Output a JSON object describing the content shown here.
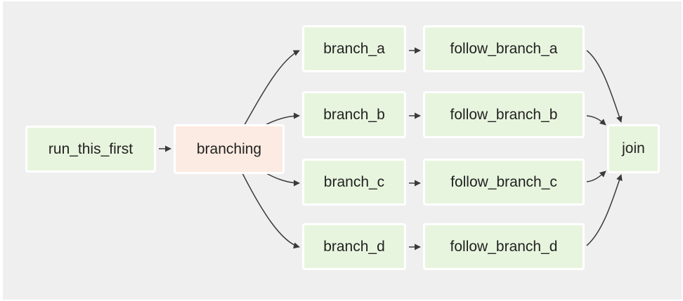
{
  "dag": {
    "nodes": {
      "run_this_first": "run_this_first",
      "branching": "branching",
      "branch_a": "branch_a",
      "branch_b": "branch_b",
      "branch_c": "branch_c",
      "branch_d": "branch_d",
      "follow_branch_a": "follow_branch_a",
      "follow_branch_b": "follow_branch_b",
      "follow_branch_c": "follow_branch_c",
      "follow_branch_d": "follow_branch_d",
      "join": "join"
    },
    "edges": [
      [
        "run_this_first",
        "branching"
      ],
      [
        "branching",
        "branch_a"
      ],
      [
        "branching",
        "branch_b"
      ],
      [
        "branching",
        "branch_c"
      ],
      [
        "branching",
        "branch_d"
      ],
      [
        "branch_a",
        "follow_branch_a"
      ],
      [
        "branch_b",
        "follow_branch_b"
      ],
      [
        "branch_c",
        "follow_branch_c"
      ],
      [
        "branch_d",
        "follow_branch_d"
      ],
      [
        "follow_branch_a",
        "join"
      ],
      [
        "follow_branch_b",
        "join"
      ],
      [
        "follow_branch_c",
        "join"
      ],
      [
        "follow_branch_d",
        "join"
      ]
    ],
    "colors": {
      "task_fill": "#e8f5de",
      "branch_operator_fill": "#fcebe2",
      "edge": "#3a3a3a",
      "background": "#efefef"
    }
  }
}
